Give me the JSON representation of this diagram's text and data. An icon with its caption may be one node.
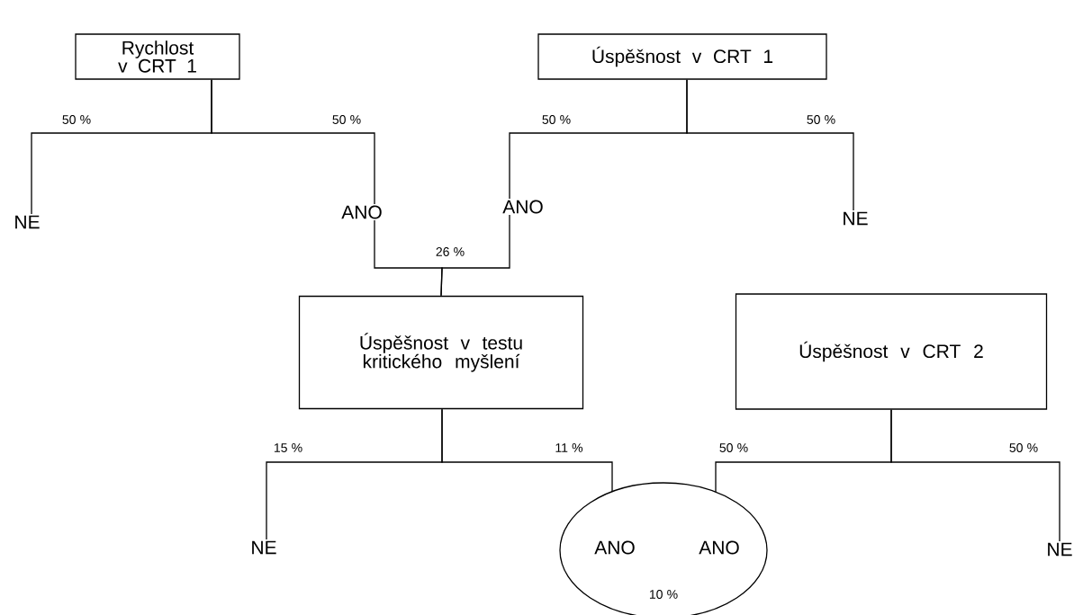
{
  "diagram": {
    "nodes": [
      {
        "text": [
          "Rychlost v CRT 1"
        ]
      },
      {
        "text": [
          "Úspěšnost v CRT 1"
        ]
      },
      {
        "text": [
          "NE"
        ]
      },
      {
        "text": [
          "ANO"
        ]
      },
      {
        "text": [
          "ANO"
        ]
      },
      {
        "text": [
          "NE"
        ]
      },
      {
        "text": [
          "Úspěšnost v testu kritického myšlení"
        ]
      },
      {
        "text": [
          "Úspěšnost v CRT 2"
        ]
      },
      {
        "text": [
          "NE"
        ]
      },
      {
        "text": [
          "10 %"
        ]
      },
      {
        "text": [
          "ANO"
        ],
        "in": 9
      },
      {
        "text": [
          "ANO"
        ],
        "in": 9
      },
      {
        "text": [
          "NE"
        ]
      }
    ],
    "edges": [
      {
        "from": 0,
        "to": 2,
        "arrow": "none",
        "label": "50 %"
      },
      {
        "from": 0,
        "to": 3,
        "arrow": "none",
        "label": "50 %"
      },
      {
        "from": 1,
        "to": 4,
        "arrow": "none",
        "label": "50 %"
      },
      {
        "from": 1,
        "to": 5,
        "arrow": "none",
        "label": "50 %"
      },
      {
        "from": 3,
        "to": 6,
        "arrow": "none",
        "label": "26 %"
      },
      {
        "from": 4,
        "to": 6,
        "arrow": "none"
      },
      {
        "from": 6,
        "to": 8,
        "arrow": "none",
        "label": "15 %"
      },
      {
        "from": 6,
        "to": 9,
        "arrow": "none",
        "label": "11 %"
      },
      {
        "from": 7,
        "to": 9,
        "arrow": "none",
        "label": "50 %"
      },
      {
        "from": 7,
        "to": 12,
        "arrow": "none",
        "label": "50 %"
      }
    ]
  }
}
